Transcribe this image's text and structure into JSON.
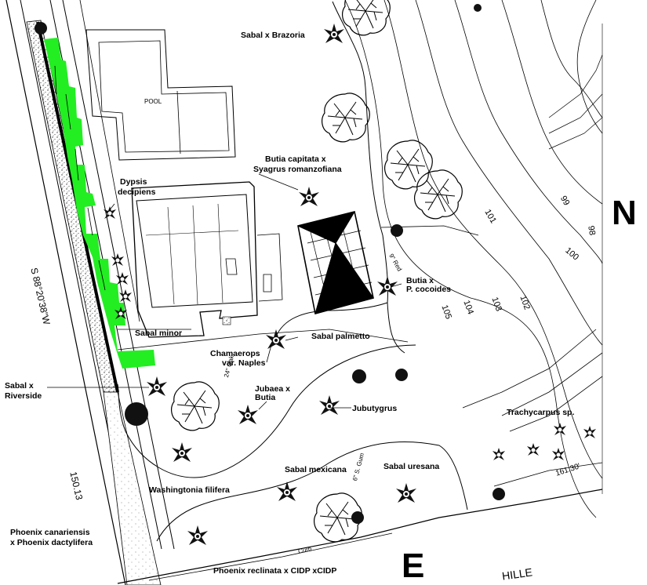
{
  "directions": {
    "north": "N",
    "east": "E"
  },
  "survey": {
    "bearing": "S 88°20'38\"W",
    "distance": "150.13",
    "bearing_lower": "161.30'",
    "street": "HILLE"
  },
  "contours": [
    "105",
    "104",
    "103",
    "102",
    "101",
    "100",
    "99",
    "98"
  ],
  "features": {
    "curb": "Curb",
    "gum": "6\" S. Gum",
    "oak": "24\" Oak",
    "red": "9\" Red"
  },
  "plants": {
    "sabal_brazoria": "Sabal x Brazoria",
    "butia_syagrus_1": "Butia capitata x",
    "butia_syagrus_2": "Syagrus romanzofiana",
    "dypsis_1": "Dypsis",
    "dypsis_2": "decipiens",
    "butia_pcoc_1": "Butia x",
    "butia_pcoc_2": "P. cocoides",
    "sabal_minor": "Sabal minor",
    "sabal_palmetto": "Sabal palmetto",
    "chamaerops_1": "Chamaerops",
    "chamaerops_2": "var. Naples",
    "sabal_riverside_1": "Sabal x",
    "sabal_riverside_2": "Riverside",
    "jubaea_1": "Jubaea x",
    "jubaea_2": "Butia",
    "jubutygrus": "Jubutygrus",
    "trachycarpus": "Trachycarpus sp.",
    "washingtonia": "Washingtonia filifera",
    "sabal_mexicana": "Sabal mexicana",
    "sabal_uresana": "Sabal uresana",
    "phoenix_can_1": "Phoenix canariensis",
    "phoenix_can_2": "x Phoenix dactylifera",
    "phoenix_rec": "Phoenix reclinata x CIDP xCIDP"
  },
  "colors": {
    "hedge": "#22ee22",
    "ink": "#000000",
    "paper": "#ffffff"
  }
}
